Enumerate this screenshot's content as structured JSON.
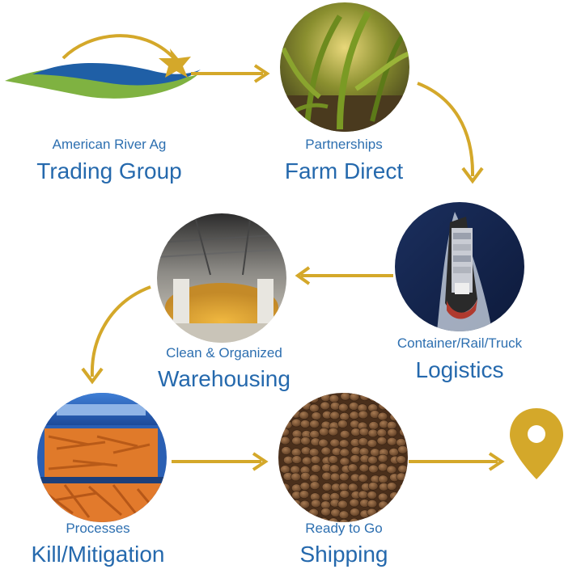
{
  "colors": {
    "arrow": "#d4a82a",
    "text": "#2d6fb0",
    "logo_blue": "#1f5fa6",
    "logo_green": "#7fb241",
    "pin": "#d4a82a"
  },
  "nodes": [
    {
      "id": "trading",
      "caption": "American River Ag",
      "title": "Trading Group",
      "icon": "logo-icon"
    },
    {
      "id": "farm",
      "caption": "Partnerships",
      "title": "Farm Direct",
      "icon": "corn-field-photo"
    },
    {
      "id": "logistics",
      "caption": "Container/Rail/Truck",
      "title": "Logistics",
      "icon": "cargo-ship-photo"
    },
    {
      "id": "warehousing",
      "caption": "Clean & Organized",
      "title": "Warehousing",
      "icon": "warehouse-photo"
    },
    {
      "id": "kill",
      "caption": "Processes",
      "title": "Kill/Mitigation",
      "icon": "carrot-processing-photo"
    },
    {
      "id": "shipping",
      "caption": "Ready to Go",
      "title": "Shipping",
      "icon": "pellets-photo"
    }
  ],
  "end_icon": "location-pin-icon"
}
